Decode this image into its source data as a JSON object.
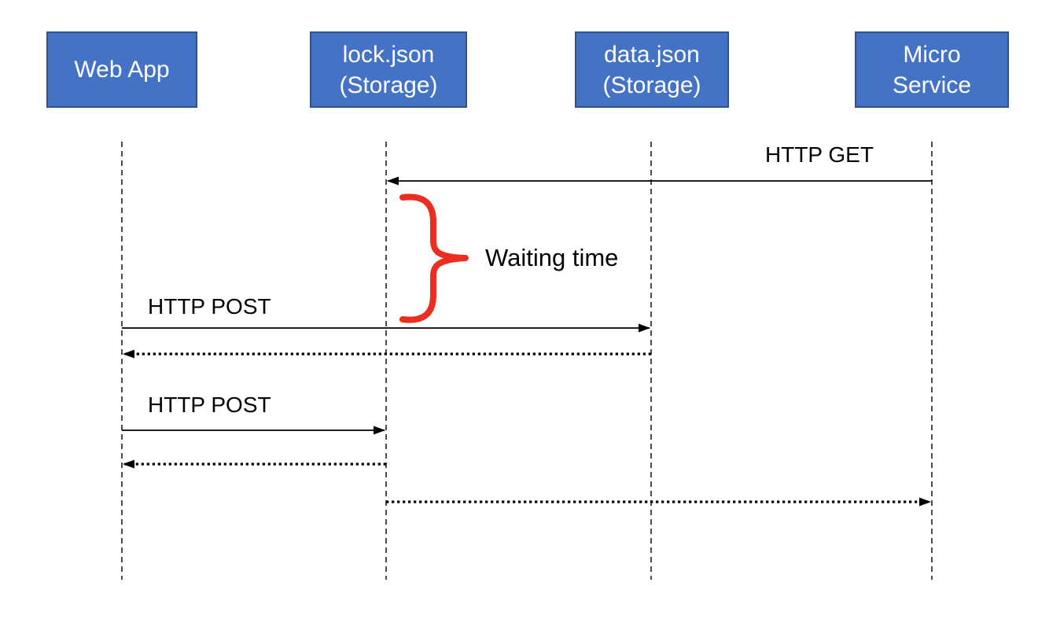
{
  "colors": {
    "background": "#ffffff",
    "actor_fill": "#4472c4",
    "actor_border": "#2f528f",
    "actor_text": "#ffffff",
    "line": "#000000",
    "brace": "#ea2e1f"
  },
  "actors": [
    {
      "id": "web-app",
      "lines": [
        "Web App"
      ]
    },
    {
      "id": "lock-json",
      "lines": [
        "lock.json",
        "(Storage)"
      ]
    },
    {
      "id": "data-json",
      "lines": [
        "data.json",
        "(Storage)"
      ]
    },
    {
      "id": "micro-service",
      "lines": [
        "Micro",
        "Service"
      ]
    }
  ],
  "messages": [
    {
      "id": "http-get",
      "label": "HTTP GET",
      "from": "Micro Service",
      "to": "lock.json (Storage)",
      "line_style": "solid"
    },
    {
      "id": "http-post-data",
      "label": "HTTP POST",
      "from": "Web App",
      "to": "data.json (Storage)",
      "line_style": "solid"
    },
    {
      "id": "reply-data",
      "label": "",
      "from": "data.json (Storage)",
      "to": "Web App",
      "line_style": "dotted"
    },
    {
      "id": "http-post-lock",
      "label": "HTTP POST",
      "from": "Web App",
      "to": "lock.json (Storage)",
      "line_style": "solid"
    },
    {
      "id": "reply-lock",
      "label": "",
      "from": "lock.json (Storage)",
      "to": "Web App",
      "line_style": "dotted"
    },
    {
      "id": "notify-service",
      "label": "",
      "from": "lock.json (Storage)",
      "to": "Micro Service",
      "line_style": "dotted"
    }
  ],
  "annotation": {
    "label": "Waiting time"
  }
}
